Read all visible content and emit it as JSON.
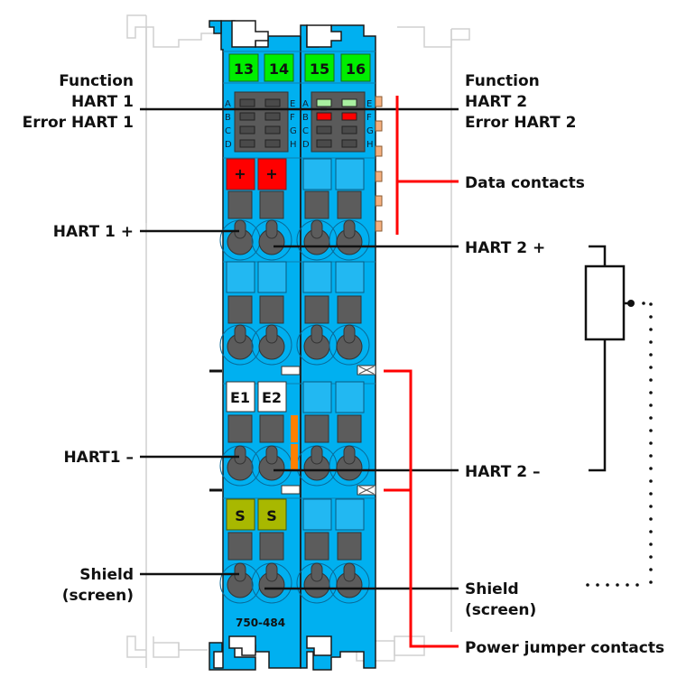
{
  "module": {
    "model_number": "750-484",
    "colors": {
      "housing": "#00B0F0",
      "housing_outline": "#1a1a1a",
      "rail": "#d0d0d0",
      "marker_green": "#00EE00",
      "marker_red": "#FF0000",
      "marker_white": "#FFFFFF",
      "marker_yellow": "#A8B800",
      "led_off": "#4a4a4a",
      "led_green": "#A8F0A0",
      "led_red": "#FF0000",
      "led_panel": "#5a5a5a",
      "spring": "#5c5c5c",
      "jumper_orange": "#FF8000",
      "data_contact": "#F4B080",
      "callout_red": "#FF0000"
    },
    "markers_top": [
      "13",
      "14",
      "15",
      "16"
    ],
    "led_letters_left": [
      "A",
      "B",
      "C",
      "D"
    ],
    "led_letters_right": [
      "E",
      "F",
      "G",
      "H"
    ],
    "led_states_left": [
      "off",
      "off",
      "off",
      "off",
      "off",
      "off",
      "off",
      "off"
    ],
    "led_states_right": [
      "green",
      "green",
      "red",
      "red",
      "off",
      "off",
      "off",
      "off"
    ],
    "markers_row1": [
      "+",
      "+"
    ],
    "markers_row3": [
      "E1",
      "E2"
    ],
    "markers_row4": [
      "S",
      "S"
    ]
  },
  "labels": {
    "left": {
      "function_hart1": [
        "Function",
        "HART 1",
        "Error HART 1"
      ],
      "hart1_plus": "HART 1 +",
      "hart1_minus": "HART1 –",
      "shield": [
        "Shield",
        "(screen)"
      ]
    },
    "right": {
      "function_hart2": [
        "Function",
        "HART 2",
        "Error HART 2"
      ],
      "data_contacts": "Data contacts",
      "hart2_plus": "HART 2 +",
      "hart2_minus": "HART 2 –",
      "shield": [
        "Shield",
        "(screen)"
      ],
      "power_jumper_contacts": "Power jumper contacts"
    }
  },
  "sensor_symbol": {
    "type": "potentiometer",
    "connection": "dotted line to shield"
  }
}
